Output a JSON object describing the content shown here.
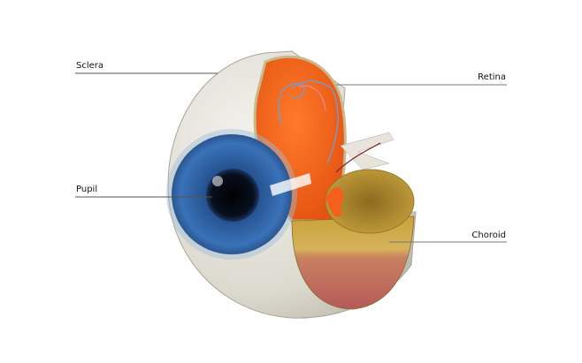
{
  "labels": {
    "sclera": "Sclera",
    "retina": "Retina",
    "pupil": "Pupil",
    "choroid": "Choroid"
  },
  "colors": {
    "sclera": "#e4e2da",
    "retina": "#f2601c",
    "iris": "#2f64a8",
    "pupil": "#050a14",
    "choroid": "#c9a23a",
    "leader_line": "#555555"
  }
}
